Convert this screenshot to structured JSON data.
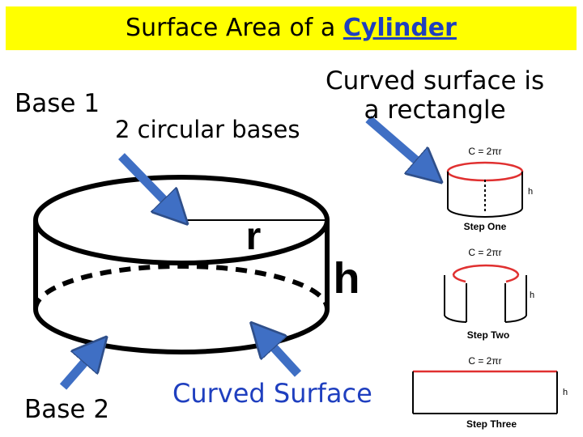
{
  "title": {
    "prefix": "Surface Area of a",
    "highlight": "Cylinder"
  },
  "labels": {
    "base1": "Base 1",
    "bases": "2 circular bases",
    "curved_rect_line1": "Curved surface is",
    "curved_rect_line2": "a rectangle",
    "base2": "Base 2",
    "curved_surface": "Curved Surface"
  },
  "cylinder": {
    "radius_label": "r",
    "height_label": "h"
  },
  "steps": [
    {
      "name": "Step One",
      "formula": "C = 2πr",
      "side_label": "h"
    },
    {
      "name": "Step Two",
      "formula": "C = 2πr",
      "side_label": "h"
    },
    {
      "name": "Step Three",
      "formula": "C = 2πr",
      "side_label": "h"
    }
  ],
  "colors": {
    "highlight": "#ffff00",
    "arrow": "#3f6fc4",
    "arrow_edge": "#2f4f8a",
    "step_red": "#e03030",
    "accent_text": "#1f3fbf"
  }
}
